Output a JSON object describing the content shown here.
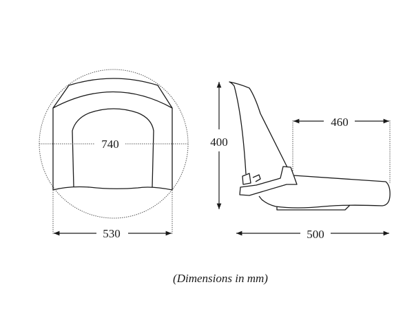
{
  "front_view": {
    "diameter_label": "740",
    "width_label": "530"
  },
  "side_view": {
    "height_label": "400",
    "seat_depth_label": "460",
    "overall_depth_label": "500"
  },
  "caption": "(Dimensions in mm)",
  "colors": {
    "line": "#1a1a1a",
    "background": "#ffffff"
  }
}
